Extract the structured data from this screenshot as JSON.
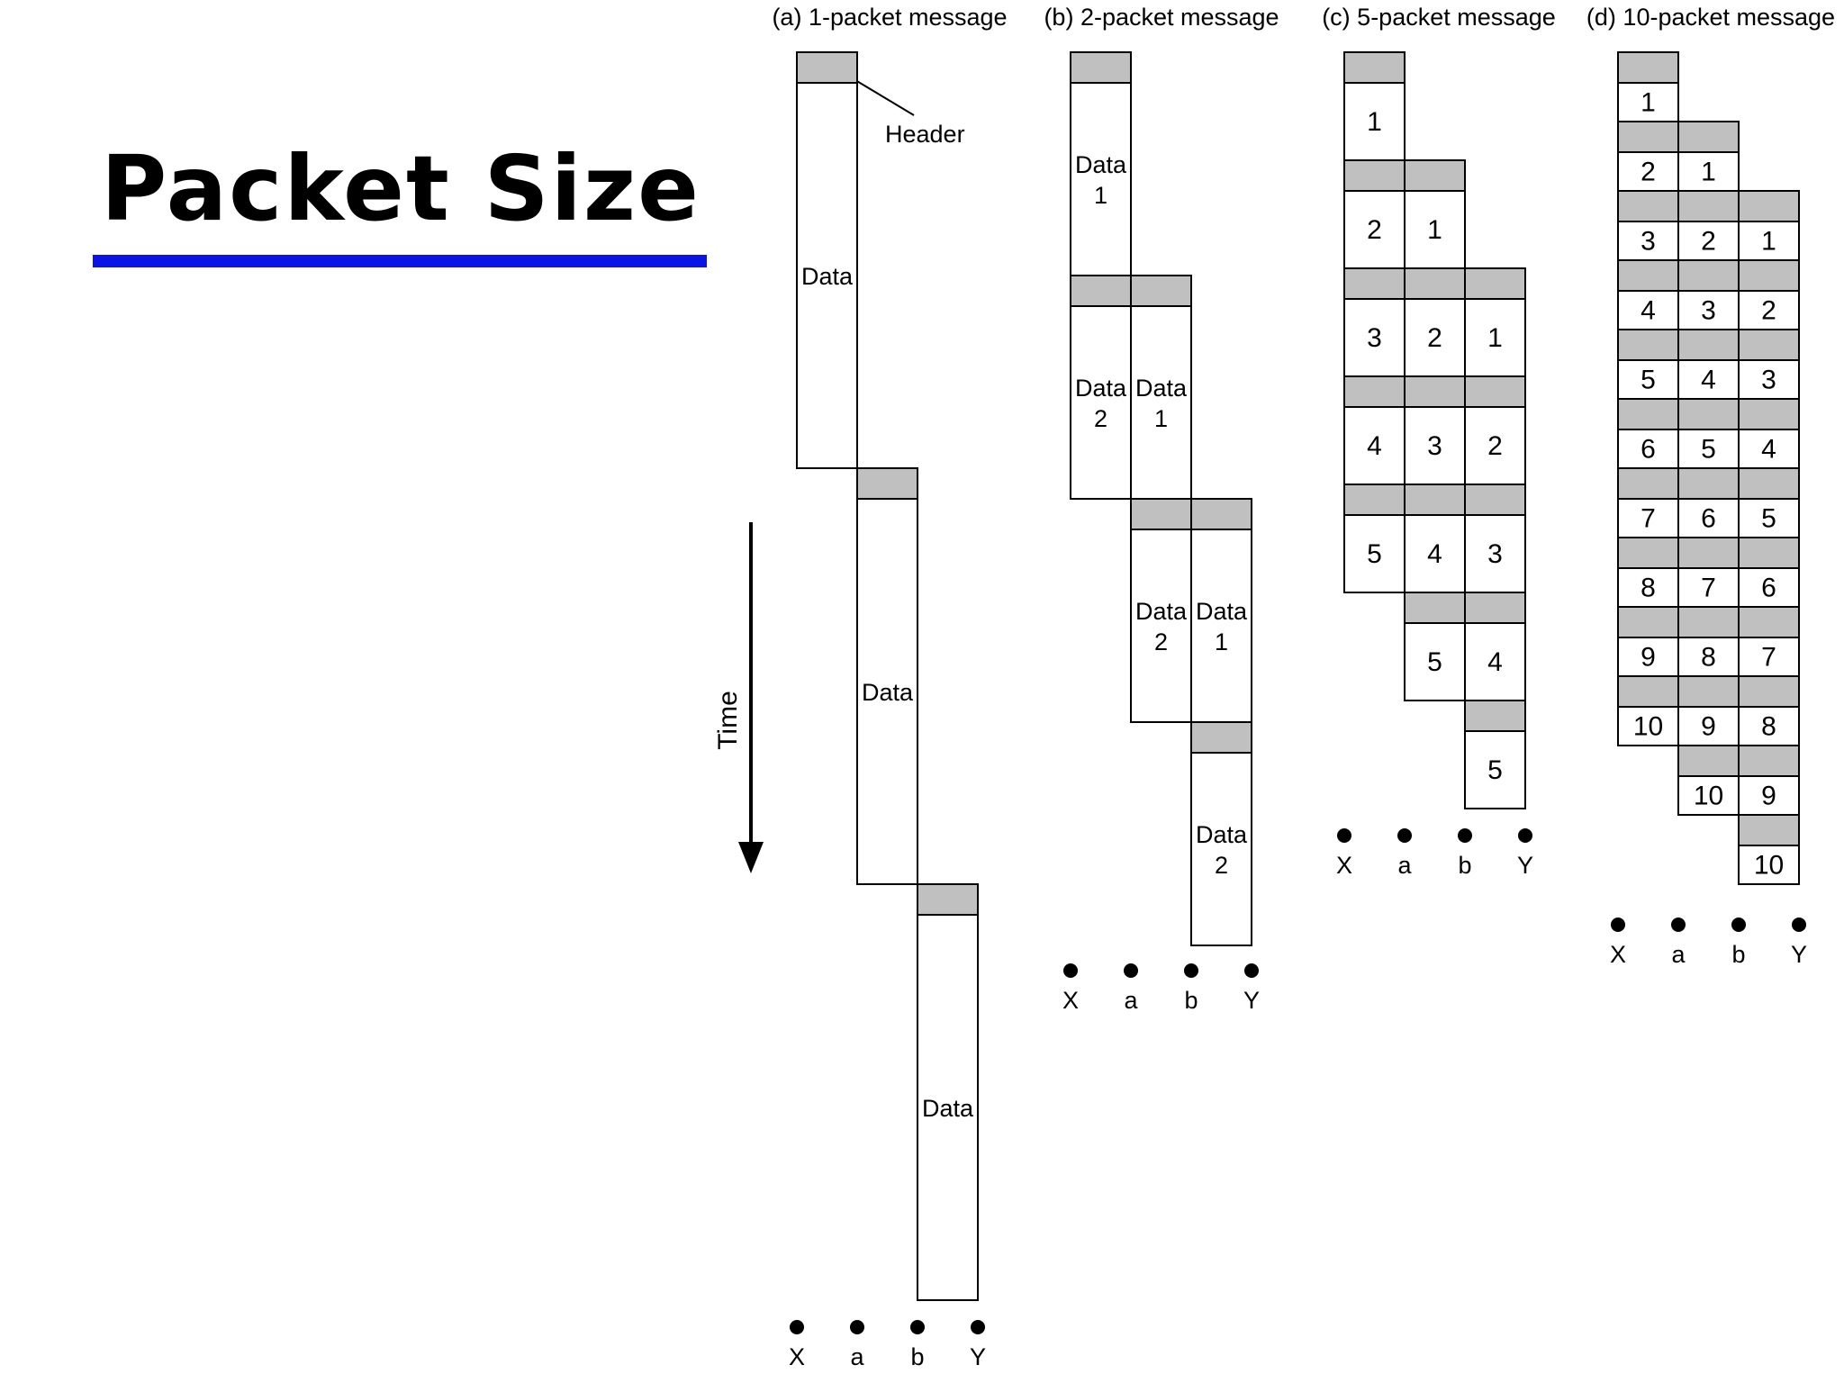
{
  "title": "Packet Size",
  "colors": {
    "header": "#c0c0c0",
    "box_fill": "#ffffff",
    "stroke": "#000000",
    "underline": "#0a14e6"
  },
  "time_label": "Time",
  "header_label": "Header",
  "panels": [
    {
      "label": "(a) 1-packet message",
      "nodes": [
        "X",
        "a",
        "b",
        "Y"
      ],
      "packets": [
        {
          "link": 0,
          "step": 0,
          "label": [
            "Data"
          ]
        },
        {
          "link": 1,
          "step": 1,
          "label": [
            "Data"
          ]
        },
        {
          "link": 2,
          "step": 2,
          "label": [
            "Data"
          ]
        }
      ]
    },
    {
      "label": "(b) 2-packet message",
      "nodes": [
        "X",
        "a",
        "b",
        "Y"
      ],
      "packets": [
        {
          "link": 0,
          "step": 0,
          "label": [
            "Data",
            "1"
          ]
        },
        {
          "link": 0,
          "step": 1,
          "label": [
            "Data",
            "2"
          ]
        },
        {
          "link": 1,
          "step": 1,
          "label": [
            "Data",
            "1"
          ]
        },
        {
          "link": 1,
          "step": 2,
          "label": [
            "Data",
            "2"
          ]
        },
        {
          "link": 2,
          "step": 2,
          "label": [
            "Data",
            "1"
          ]
        },
        {
          "link": 2,
          "step": 3,
          "label": [
            "Data",
            "2"
          ]
        }
      ]
    },
    {
      "label": "(c) 5-packet message",
      "nodes": [
        "X",
        "a",
        "b",
        "Y"
      ],
      "packets": [
        {
          "link": 0,
          "step": 0,
          "label": [
            "1"
          ]
        },
        {
          "link": 0,
          "step": 1,
          "label": [
            "2"
          ]
        },
        {
          "link": 0,
          "step": 2,
          "label": [
            "3"
          ]
        },
        {
          "link": 0,
          "step": 3,
          "label": [
            "4"
          ]
        },
        {
          "link": 0,
          "step": 4,
          "label": [
            "5"
          ]
        },
        {
          "link": 1,
          "step": 1,
          "label": [
            "1"
          ]
        },
        {
          "link": 1,
          "step": 2,
          "label": [
            "2"
          ]
        },
        {
          "link": 1,
          "step": 3,
          "label": [
            "3"
          ]
        },
        {
          "link": 1,
          "step": 4,
          "label": [
            "4"
          ]
        },
        {
          "link": 1,
          "step": 5,
          "label": [
            "5"
          ]
        },
        {
          "link": 2,
          "step": 2,
          "label": [
            "1"
          ]
        },
        {
          "link": 2,
          "step": 3,
          "label": [
            "2"
          ]
        },
        {
          "link": 2,
          "step": 4,
          "label": [
            "3"
          ]
        },
        {
          "link": 2,
          "step": 5,
          "label": [
            "4"
          ]
        },
        {
          "link": 2,
          "step": 6,
          "label": [
            "5"
          ]
        }
      ]
    },
    {
      "label": "(d) 10-packet message",
      "nodes": [
        "X",
        "a",
        "b",
        "Y"
      ],
      "packets": [
        {
          "link": 0,
          "step": 0,
          "label": [
            "1"
          ]
        },
        {
          "link": 0,
          "step": 1,
          "label": [
            "2"
          ]
        },
        {
          "link": 0,
          "step": 2,
          "label": [
            "3"
          ]
        },
        {
          "link": 0,
          "step": 3,
          "label": [
            "4"
          ]
        },
        {
          "link": 0,
          "step": 4,
          "label": [
            "5"
          ]
        },
        {
          "link": 0,
          "step": 5,
          "label": [
            "6"
          ]
        },
        {
          "link": 0,
          "step": 6,
          "label": [
            "7"
          ]
        },
        {
          "link": 0,
          "step": 7,
          "label": [
            "8"
          ]
        },
        {
          "link": 0,
          "step": 8,
          "label": [
            "9"
          ]
        },
        {
          "link": 0,
          "step": 9,
          "label": [
            "10"
          ]
        },
        {
          "link": 1,
          "step": 1,
          "label": [
            "1"
          ]
        },
        {
          "link": 1,
          "step": 2,
          "label": [
            "2"
          ]
        },
        {
          "link": 1,
          "step": 3,
          "label": [
            "3"
          ]
        },
        {
          "link": 1,
          "step": 4,
          "label": [
            "4"
          ]
        },
        {
          "link": 1,
          "step": 5,
          "label": [
            "5"
          ]
        },
        {
          "link": 1,
          "step": 6,
          "label": [
            "6"
          ]
        },
        {
          "link": 1,
          "step": 7,
          "label": [
            "7"
          ]
        },
        {
          "link": 1,
          "step": 8,
          "label": [
            "8"
          ]
        },
        {
          "link": 1,
          "step": 9,
          "label": [
            "9"
          ]
        },
        {
          "link": 1,
          "step": 10,
          "label": [
            "10"
          ]
        },
        {
          "link": 2,
          "step": 2,
          "label": [
            "1"
          ]
        },
        {
          "link": 2,
          "step": 3,
          "label": [
            "2"
          ]
        },
        {
          "link": 2,
          "step": 4,
          "label": [
            "3"
          ]
        },
        {
          "link": 2,
          "step": 5,
          "label": [
            "4"
          ]
        },
        {
          "link": 2,
          "step": 6,
          "label": [
            "5"
          ]
        },
        {
          "link": 2,
          "step": 7,
          "label": [
            "6"
          ]
        },
        {
          "link": 2,
          "step": 8,
          "label": [
            "7"
          ]
        },
        {
          "link": 2,
          "step": 9,
          "label": [
            "8"
          ]
        },
        {
          "link": 2,
          "step": 10,
          "label": [
            "9"
          ]
        },
        {
          "link": 2,
          "step": 11,
          "label": [
            "10"
          ]
        }
      ]
    }
  ]
}
